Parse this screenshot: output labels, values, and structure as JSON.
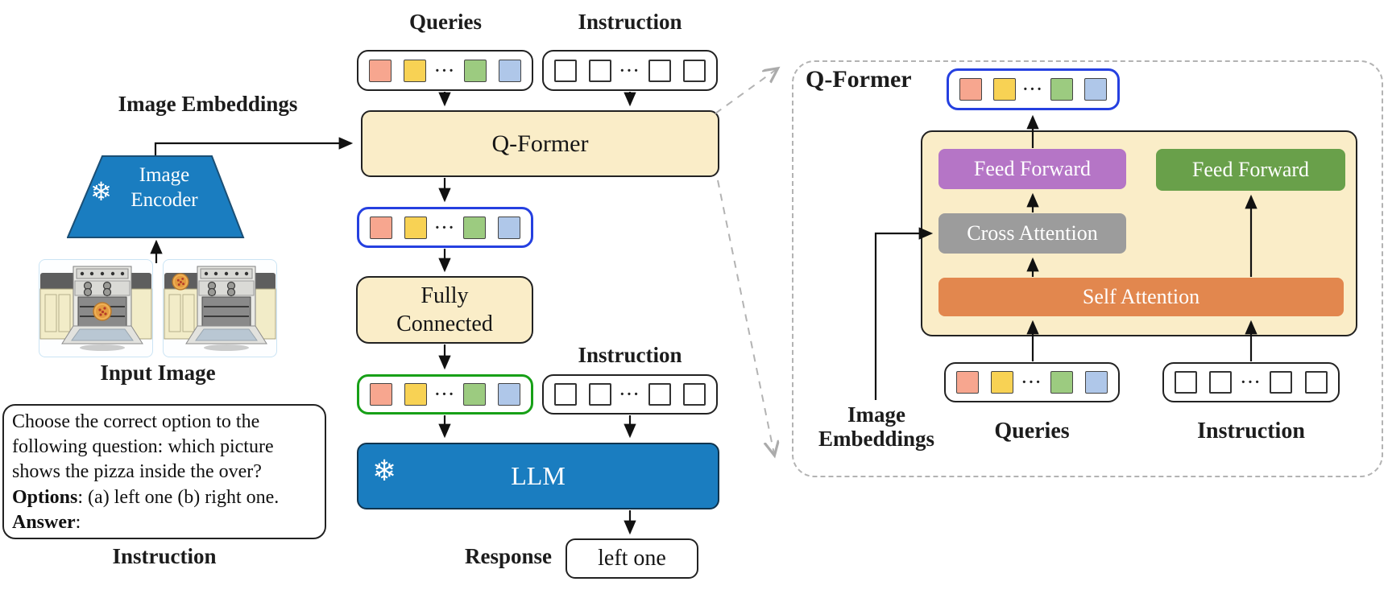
{
  "left": {
    "image_embeddings_label": "Image Embeddings",
    "image_encoder_label": "Image Encoder",
    "input_image_label": "Input Image",
    "instruction_caption": "Instruction",
    "instruction_box": {
      "question": "Choose the correct option to the following question: which picture shows the pizza inside the over?",
      "options_label": "Options",
      "options_rest": ": (a) left one (b) right one.",
      "answer_label": "Answer",
      "answer_rest": ":"
    }
  },
  "middle": {
    "queries_label": "Queries",
    "instruction_label_top": "Instruction",
    "qformer_label": "Q-Former",
    "fully_connected_label": "Fully Connected",
    "instruction_label_mid": "Instruction",
    "llm_label": "LLM",
    "response_label": "Response",
    "response_text": "left one"
  },
  "right": {
    "qformer_title": "Q-Former",
    "feed_forward_left_label": "Feed Forward",
    "cross_attention_label": "Cross Attention",
    "self_attention_label": "Self Attention",
    "feed_forward_right_label": "Feed Forward",
    "image_embeddings_label": "Image Embeddings",
    "queries_label": "Queries",
    "instruction_label": "Instruction"
  },
  "icons": {
    "snowflake": "❄"
  },
  "tokens": {
    "ellipsis": "···",
    "colored_row": [
      "salmon",
      "yellow",
      "ellipsis",
      "green",
      "blue"
    ],
    "plain_row": [
      "plain",
      "plain",
      "ellipsis",
      "plain",
      "plain"
    ]
  },
  "colors": {
    "salmon": "#F7A68F",
    "yellow": "#F8D254",
    "green": "#9CCB80",
    "blue": "#AFC7E9",
    "plain": "#FFFFFF",
    "panel_cream": "#FAEDC8",
    "frozen_blue": "#1A7DC0",
    "ff_purple": "#B575C6",
    "attn_gray": "#9C9C9C",
    "self_attn_orange": "#E2874E",
    "ff_green": "#69A04A",
    "query_outline_blue": "#2540E0",
    "output_outline_green": "#17A017"
  }
}
